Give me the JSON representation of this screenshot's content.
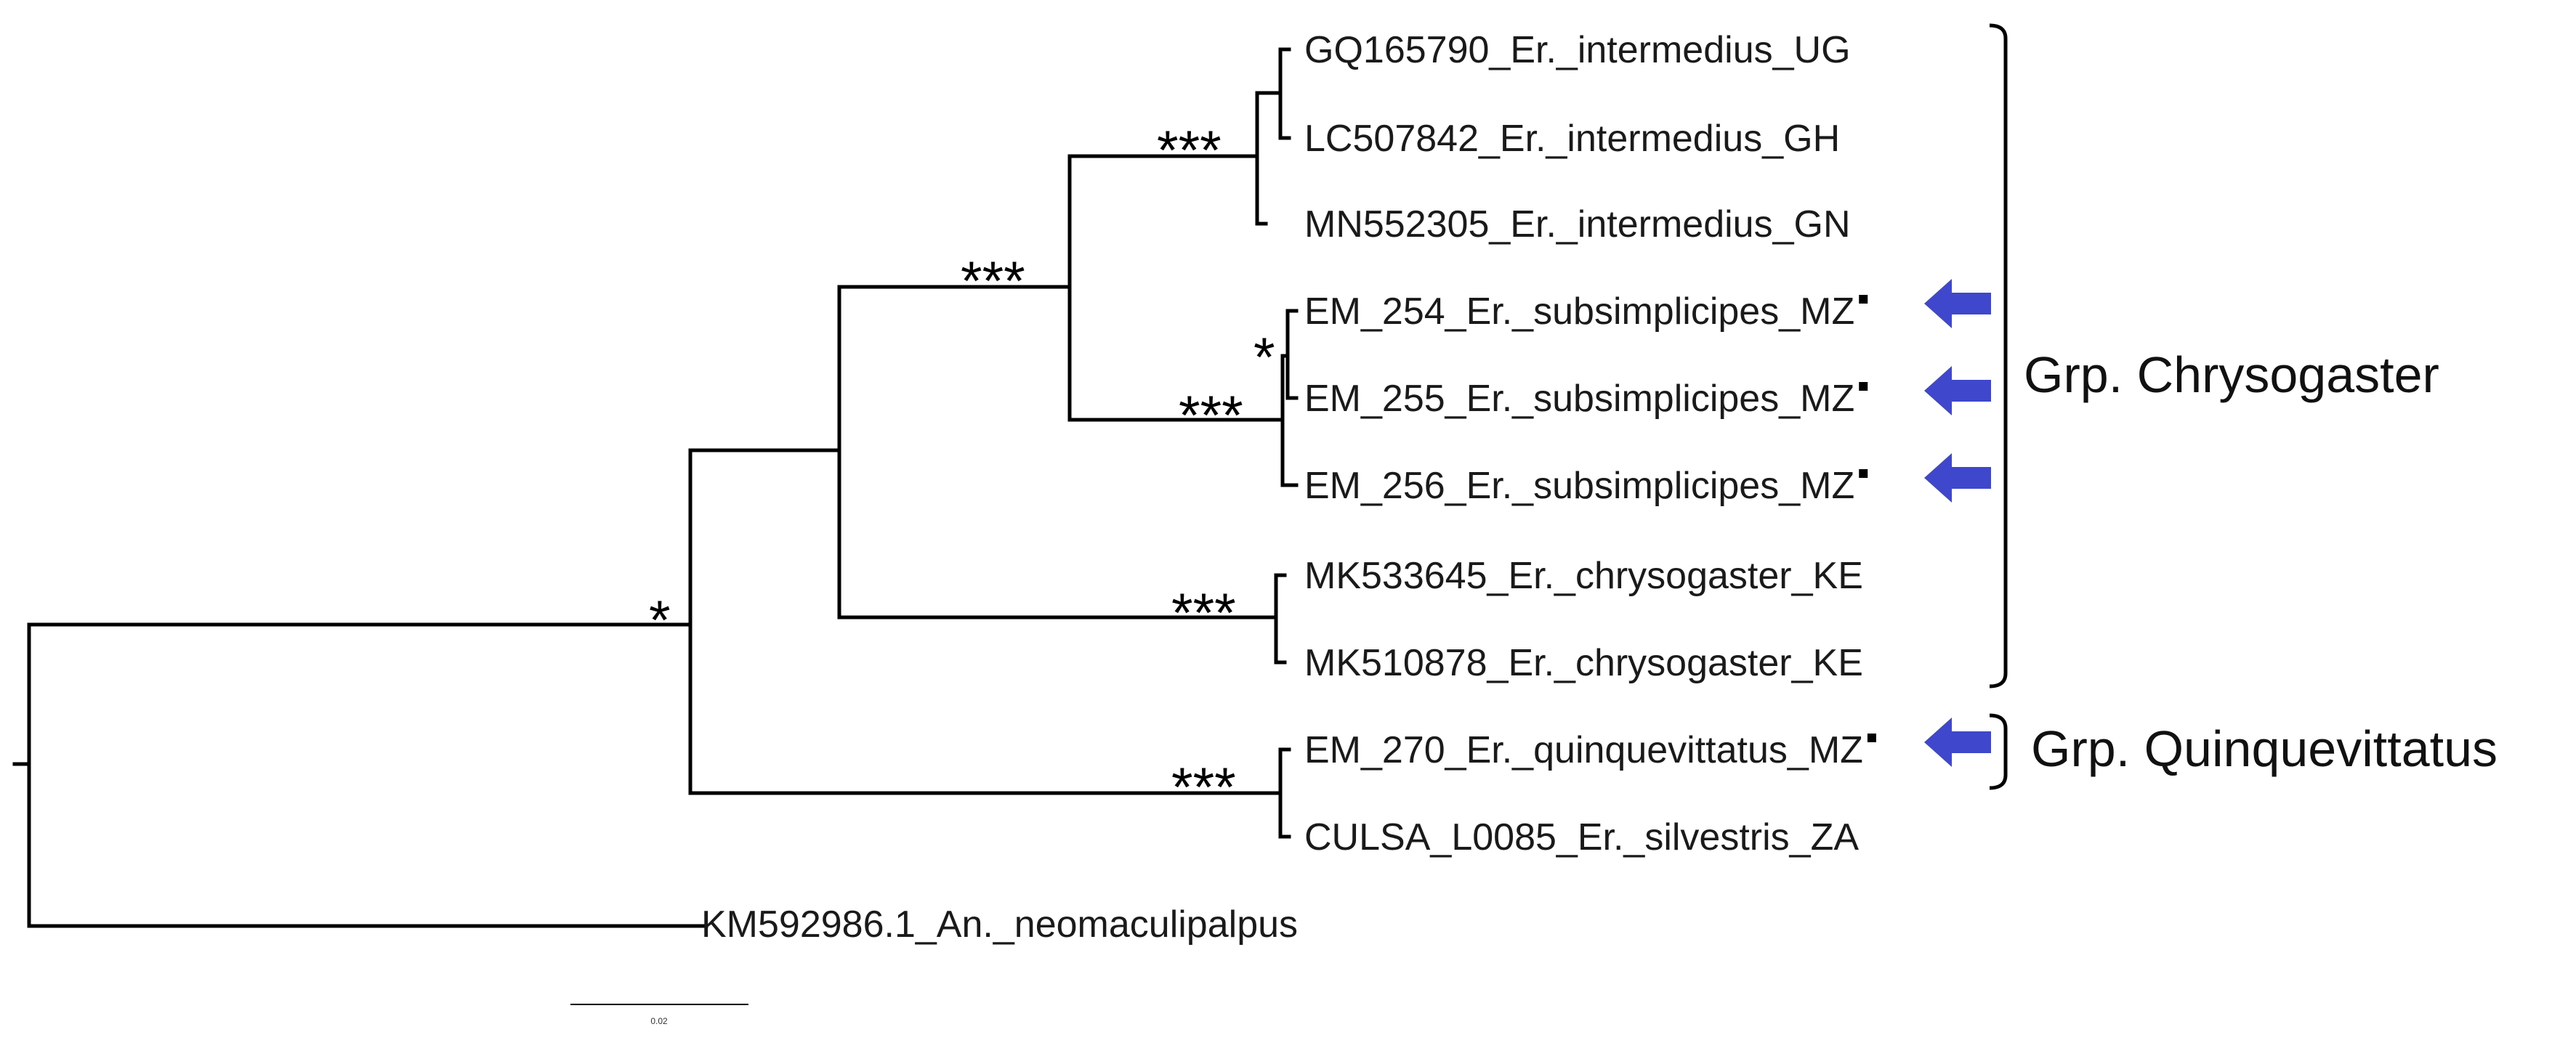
{
  "tips": [
    {
      "id": "t1",
      "label": "GQ165790_Er._intermedius_UG"
    },
    {
      "id": "t2",
      "label": "LC507842_Er._intermedius_GH"
    },
    {
      "id": "t3",
      "label": "MN552305_Er._intermedius_GN"
    },
    {
      "id": "t4",
      "label": "EM_254_Er._subsimplicipes_MZ",
      "marker": true,
      "arrow": true
    },
    {
      "id": "t5",
      "label": "EM_255_Er._subsimplicipes_MZ",
      "marker": true,
      "arrow": true
    },
    {
      "id": "t6",
      "label": "EM_256_Er._subsimplicipes_MZ",
      "marker": true,
      "arrow": true
    },
    {
      "id": "t7",
      "label": "MK533645_Er._chrysogaster_KE"
    },
    {
      "id": "t8",
      "label": "MK510878_Er._chrysogaster_KE"
    },
    {
      "id": "t9",
      "label": "EM_270_Er._quinquevittatus_MZ",
      "marker": true,
      "arrow": true
    },
    {
      "id": "t10",
      "label": "CULSA_L0085_Er._silvestris_ZA"
    },
    {
      "id": "t11",
      "label": "KM592986.1_An._neomaculipalpus"
    }
  ],
  "support_labels": [
    {
      "node": "intermedius-clade",
      "text": "***"
    },
    {
      "node": "intermedius-subsimplicipes-clade",
      "text": "***"
    },
    {
      "node": "subsimplicipes-inner",
      "text": "*"
    },
    {
      "node": "subsimplicipes-clade",
      "text": "***"
    },
    {
      "node": "chrysogaster-clade",
      "text": "***"
    },
    {
      "node": "quinquevittatus-clade",
      "text": "***"
    },
    {
      "node": "ingroup",
      "text": "*"
    }
  ],
  "groups": [
    {
      "id": "chrysogaster",
      "label": "Grp. Chrysogaster"
    },
    {
      "id": "quinquevittatus",
      "label": "Grp. Quinquevittatus"
    }
  ],
  "scale_bar": {
    "label": "0.02"
  },
  "colors": {
    "arrow": "#3f48cc",
    "branch": "#000000",
    "text": "#1a1a1a"
  }
}
